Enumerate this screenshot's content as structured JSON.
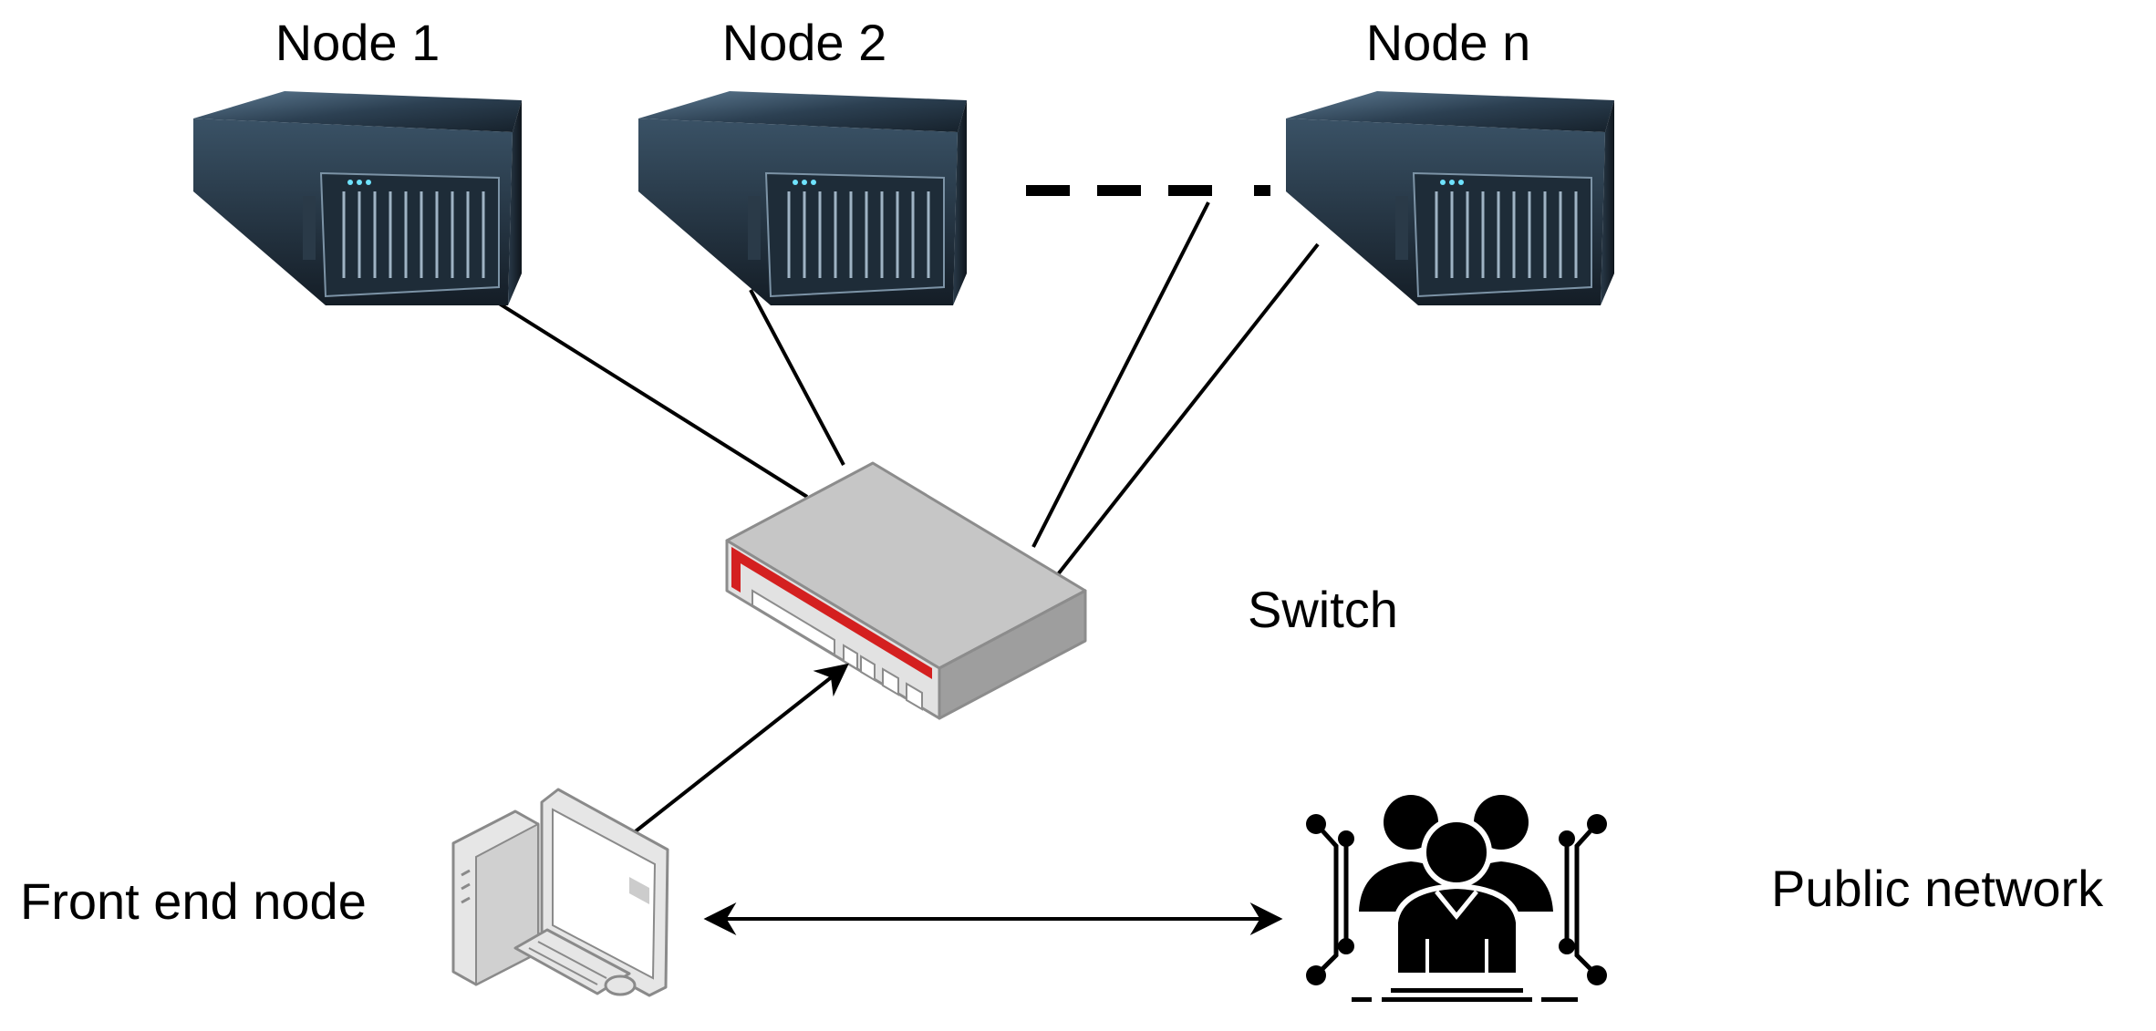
{
  "nodes": [
    {
      "label": "Node 1"
    },
    {
      "label": "Node 2"
    },
    {
      "label": "Node n"
    }
  ],
  "switch": {
    "label": "Switch"
  },
  "front_end": {
    "label": "Front end node"
  },
  "public_network": {
    "label": "Public network"
  },
  "colors": {
    "line": "#000000",
    "server_dark": "#1b2733",
    "server_mid": "#33495c",
    "switch_top": "#c9c9c9",
    "switch_side": "#9a9a9a",
    "switch_accent": "#d42020",
    "pc_body": "#e6e6e6",
    "pc_outline": "#8a8a8a",
    "users_fill": "#000000"
  }
}
